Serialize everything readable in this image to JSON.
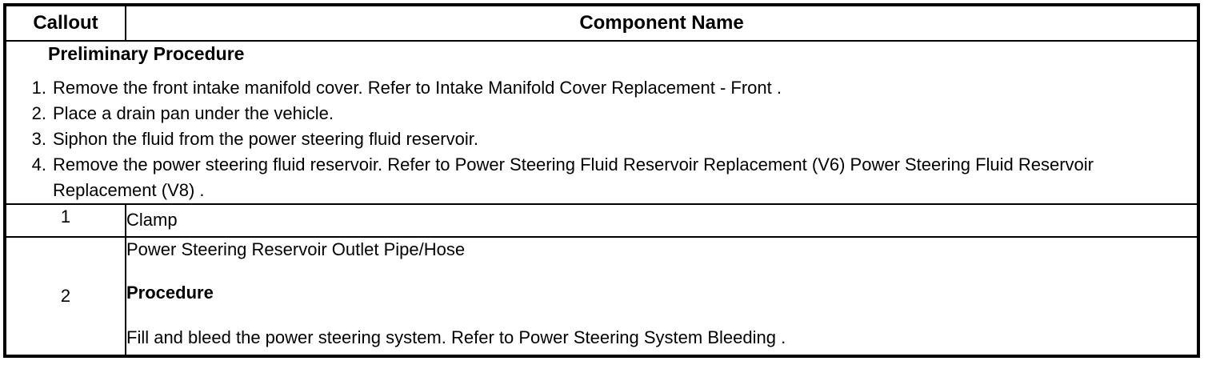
{
  "table": {
    "headers": {
      "callout": "Callout",
      "component": "Component Name"
    },
    "preliminary": {
      "title": "Preliminary Procedure",
      "steps": [
        {
          "number": "1.",
          "text": "Remove the front intake manifold cover. Refer to Intake Manifold Cover Replacement - Front ."
        },
        {
          "number": "2.",
          "text": "Place a drain pan under the vehicle."
        },
        {
          "number": "3.",
          "text": "Siphon the fluid from the power steering fluid reservoir."
        },
        {
          "number": "4.",
          "text": "Remove the power steering fluid reservoir. Refer to Power Steering Fluid Reservoir Replacement (V6) Power Steering Fluid Reservoir Replacement (V8) ."
        }
      ]
    },
    "rows": [
      {
        "callout": "1",
        "component_name": "Clamp"
      },
      {
        "callout": "2",
        "component_name": "Power Steering Reservoir Outlet Pipe/Hose",
        "procedure_title": "Procedure",
        "procedure_text": "Fill and bleed the power steering system. Refer to Power Steering System Bleeding ."
      }
    ]
  },
  "colors": {
    "border": "#000000",
    "text": "#000000",
    "background": "#ffffff"
  }
}
